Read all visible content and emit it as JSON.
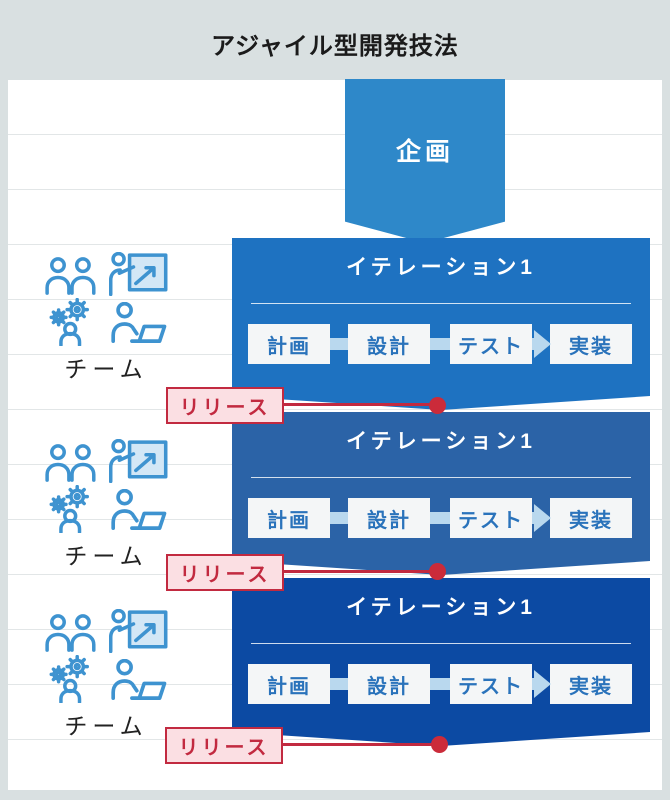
{
  "page": {
    "title": "アジャイル型開発技法"
  },
  "plan_box": {
    "label": "企画"
  },
  "iterations": [
    {
      "title": "イテレーション1",
      "steps": [
        "計画",
        "設計",
        "テスト",
        "実装"
      ]
    },
    {
      "title": "イテレーション1",
      "steps": [
        "計画",
        "設計",
        "テスト",
        "実装"
      ]
    },
    {
      "title": "イテレーション1",
      "steps": [
        "計画",
        "設計",
        "テスト",
        "実装"
      ]
    }
  ],
  "teams": [
    {
      "label": "チーム",
      "icons": [
        "people-pair-icon",
        "presentation-chart-icon",
        "gears-person-icon",
        "laptop-person-icon"
      ]
    },
    {
      "label": "チーム",
      "icons": [
        "people-pair-icon",
        "presentation-chart-icon",
        "gears-person-icon",
        "laptop-person-icon"
      ]
    },
    {
      "label": "チーム",
      "icons": [
        "people-pair-icon",
        "presentation-chart-icon",
        "gears-person-icon",
        "laptop-person-icon"
      ]
    }
  ],
  "releases": [
    {
      "label": "リリース"
    },
    {
      "label": "リリース"
    },
    {
      "label": "リリース"
    }
  ],
  "colors": {
    "page_background": "#d9e0e1",
    "panel_background": "#ffffff",
    "rule_line": "#e2e6e7",
    "plan_blue": "#2e88c9",
    "iteration1_blue": "#1e72c1",
    "iteration2_blue": "#2b63a7",
    "iteration3_blue": "#0c4aa3",
    "step_box_bg": "#f4f6f7",
    "step_text_blue": "#2a73bb",
    "connector_blue": "#b9d8ee",
    "release_red": "#c22a40",
    "release_pink": "#fbdfe3",
    "icon_blue": "#3e93d0"
  }
}
